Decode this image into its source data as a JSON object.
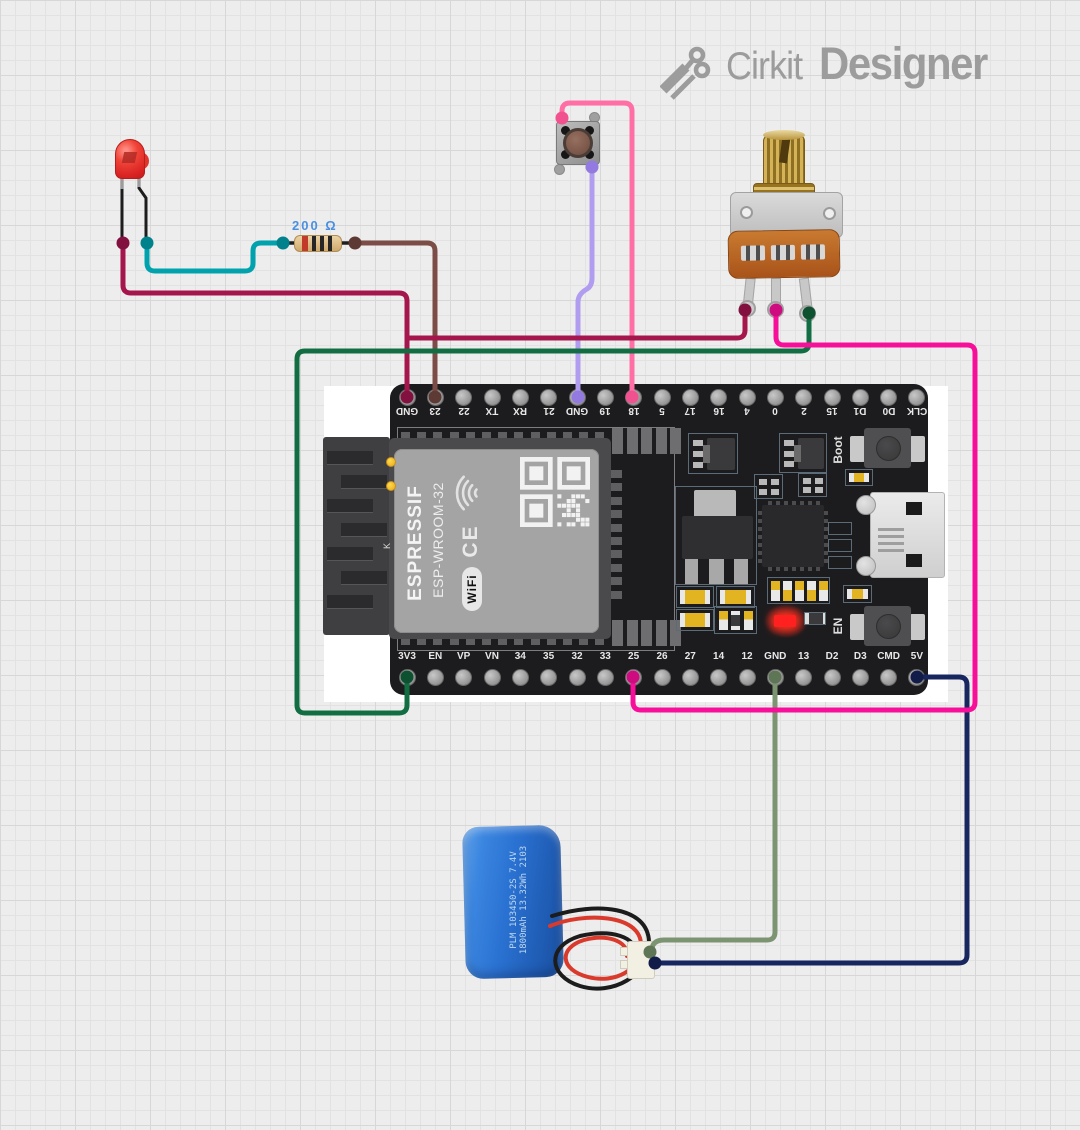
{
  "app": {
    "brand_primary": "Cirkit",
    "brand_secondary": "Designer",
    "logo_color": "#9c9c9c"
  },
  "canvas": {
    "background": "#ededed",
    "grid_line": "#e2e2e2",
    "grid_major": "#d7d7d7"
  },
  "components": {
    "led": {
      "name": "Red LED",
      "body_color": "#e02424"
    },
    "resistor": {
      "label": "200 Ω",
      "label_color": "#4a90e2",
      "band_colors": [
        "#c23a2a",
        "#262626",
        "#262626",
        "#262626"
      ]
    },
    "pushbutton": {
      "name": "Pushbutton",
      "cap_color": "#7a5248"
    },
    "potentiometer": {
      "name": "Potentiometer",
      "body_color": "#b05a1d"
    },
    "battery": {
      "line1": "PLM 103450-2S 7.4V",
      "line2": "1800mAh 13.32Wh 2103",
      "body_color": "#2a72d2"
    },
    "esp32": {
      "module_brand": "ESPRESSIF",
      "module_model": "ESP-WROOM-32",
      "wifi_badge": "WiFi",
      "ce_mark": "CE",
      "k_mark": "K",
      "boot_label": "Boot",
      "en_label": "EN",
      "pins_top": [
        "GND",
        "23",
        "22",
        "TX",
        "RX",
        "21",
        "GND",
        "19",
        "18",
        "5",
        "17",
        "16",
        "4",
        "0",
        "2",
        "15",
        "D1",
        "D0",
        "CLK"
      ],
      "pins_bottom": [
        "3V3",
        "EN",
        "VP",
        "VN",
        "34",
        "35",
        "32",
        "33",
        "25",
        "26",
        "27",
        "14",
        "12",
        "GND",
        "13",
        "D2",
        "D3",
        "CMD",
        "5V"
      ]
    }
  },
  "wires": [
    {
      "id": "led-anode-resistor",
      "color": "#00a3ad",
      "dot": "#00828c",
      "from": "LED anode",
      "to": "Resistor left"
    },
    {
      "id": "resistor-gpio23",
      "color": "#7b4d46",
      "dot": "#5e3a34",
      "from": "Resistor right",
      "to": "ESP32 pin 23"
    },
    {
      "id": "button-gnd",
      "color": "#b19df0",
      "dot": "#927ae0",
      "from": "Button",
      "to": "ESP32 GND (top)"
    },
    {
      "id": "button-gpio18",
      "color": "#ff6fa5",
      "dot": "#f2518f",
      "from": "Button",
      "to": "ESP32 pin 18"
    },
    {
      "id": "gnd-battery",
      "color": "#7d9472",
      "dot": "#5f7656",
      "from": "ESP32 GND (bottom)",
      "to": "Battery connector"
    },
    {
      "id": "5v-battery",
      "color": "#182660",
      "dot": "#121c49",
      "from": "ESP32 5V",
      "to": "Battery connector"
    },
    {
      "id": "led-cathode-gnd",
      "color": "#a5164c",
      "dot": "#821140",
      "from": "LED cathode",
      "to": "ESP32 GND (top)"
    },
    {
      "id": "pot-left-gnd",
      "color": "#a5164c",
      "dot": "#821140",
      "from": "Pot left leg",
      "to": "ESP32 GND (top)"
    },
    {
      "id": "pot-right-3v3",
      "color": "#126e42",
      "dot": "#0d5130",
      "from": "Pot right leg",
      "to": "ESP32 3V3"
    },
    {
      "id": "pot-wiper-gpio25",
      "color": "#f70e99",
      "dot": "#cf0b80",
      "from": "Pot wiper",
      "to": "ESP32 pin 25"
    }
  ]
}
